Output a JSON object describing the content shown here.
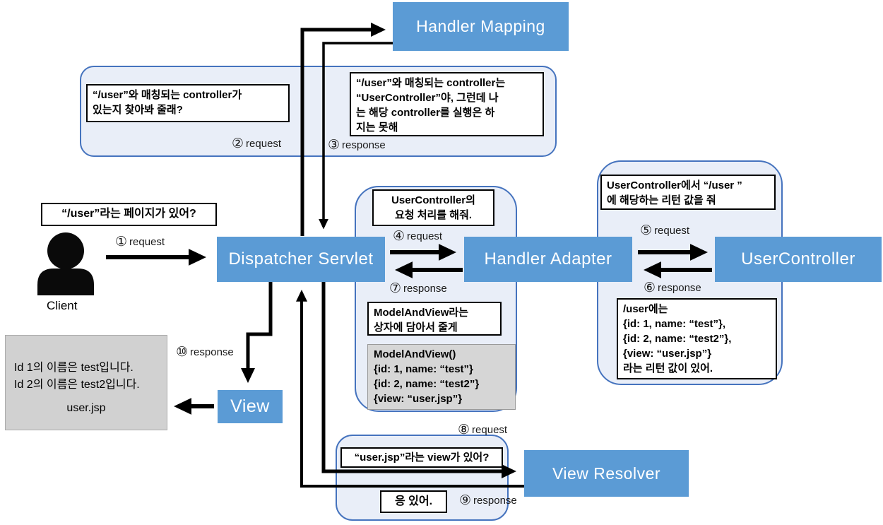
{
  "diagram": {
    "title_hint": "Spring MVC request flow diagram",
    "nodes": {
      "handler_mapping": "Handler Mapping",
      "dispatcher_servlet": "Dispatcher Servlet",
      "handler_adapter": "Handler Adapter",
      "user_controller": "UserController",
      "view": "View",
      "view_resolver": "View Resolver"
    },
    "client_label": "Client",
    "bubbles": {
      "client_question": "“/user”라는 페이지가 있어?",
      "mapping_request": "“/user”와 매칭되는 controller가\n있는지 찾아봐 줄래?",
      "mapping_response": "“/user”와 매칭되는 controller는\n“UserController”야, 그런데 나\n는 해당 controller를 실행은 하\n지는 못해",
      "adapter_request": "UserController의\n요청 처리를 해줘.",
      "controller_request": "UserController에서 “/user ”\n에 해당하는 리턴 값을 줘",
      "controller_return": "/user에는\n{id: 1, name: “test”},\n{id: 2, name: “test2”},\n{view: “user.jsp”}\n라는 리턴 값이 있어.",
      "modelandview_note": "ModelAndView라는\n상자에 담아서 줄게",
      "modelandview_value": "ModelAndView()\n{id: 1, name: “test”}\n{id: 2, name: “test2”}\n{view: “user.jsp”}",
      "resolver_request": "“user.jsp”라는 view가 있어?",
      "resolver_response": "응 있어."
    },
    "jsp_render": {
      "body": "Id 1의 이름은 test입니다.\nId 2의 이름은 test2입니다.",
      "filename": "user.jsp"
    },
    "steps": [
      {
        "num": "①",
        "word": "request"
      },
      {
        "num": "②",
        "word": "request"
      },
      {
        "num": "③",
        "word": "response"
      },
      {
        "num": "④",
        "word": "request"
      },
      {
        "num": "⑤",
        "word": "request"
      },
      {
        "num": "⑥",
        "word": "response"
      },
      {
        "num": "⑦",
        "word": "response"
      },
      {
        "num": "⑧",
        "word": "request"
      },
      {
        "num": "⑨",
        "word": "response"
      },
      {
        "num": "⑩",
        "word": "response"
      }
    ]
  },
  "colors": {
    "node_blue": "#5B9BD5",
    "container_fill": "#E9EEF8",
    "container_border": "#4573BE",
    "modelandview_gray": "#D6D6D6",
    "jsp_gray": "#D1D1D1",
    "arrow_black": "#000000"
  }
}
